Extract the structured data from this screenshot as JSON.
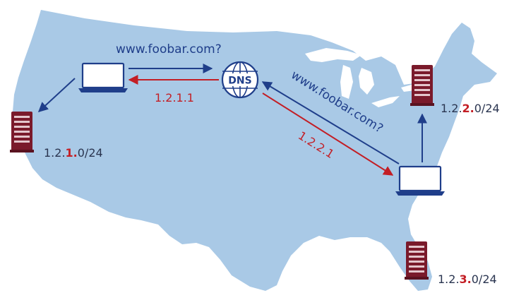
{
  "colors": {
    "map": "#a9c9e6",
    "lake": "#ffffff",
    "query_arrow": "#1f3e8a",
    "answer_arrow": "#c31e25",
    "server": "#7a1a2b",
    "laptop": "#1f3e8a",
    "text": "#2a3550"
  },
  "dns": {
    "label": "DNS"
  },
  "queries": {
    "west": "www.foobar.com?",
    "east": "www.foobar.com?"
  },
  "answers": {
    "west": "1.2.1.1",
    "east": "1.2.2.1"
  },
  "subnets": [
    {
      "prefix": "1.2.",
      "highlight": "1.",
      "suffix": "0/24"
    },
    {
      "prefix": "1.2.",
      "highlight": "2.",
      "suffix": "0/24"
    },
    {
      "prefix": "1.2.",
      "highlight": "3.",
      "suffix": "0/24"
    }
  ],
  "icons": {
    "clients": [
      "laptop-icon",
      "laptop-icon"
    ],
    "servers": [
      "server-icon",
      "server-icon",
      "server-icon"
    ],
    "resolver": "dns-globe-icon"
  }
}
